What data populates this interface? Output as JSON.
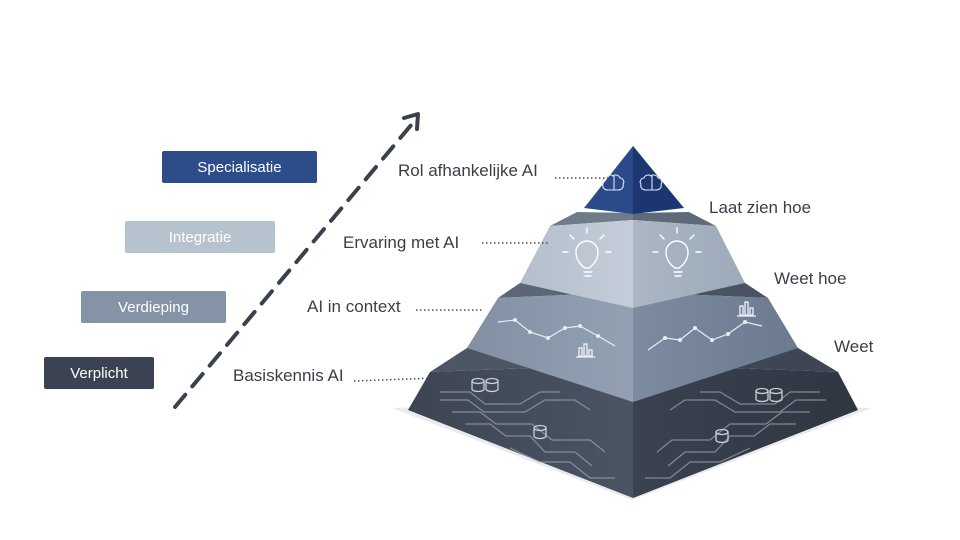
{
  "levels": {
    "specialisatie": "Specialisatie",
    "integratie": "Integratie",
    "verdieping": "Verdieping",
    "verplicht": "Verplicht"
  },
  "layers": {
    "top": "Rol afhankelijke AI",
    "second": "Ervaring met AI",
    "third": "AI in context",
    "base": "Basiskennis AI"
  },
  "outcomes": {
    "top": "Laat zien hoe",
    "second": "Weet hoe",
    "third": "Weet"
  },
  "colors": {
    "specialisatie": "#2d4d8a",
    "integratie": "#b7c2cf",
    "verdieping": "#8493a6",
    "verplicht": "#3b4352",
    "arrow": "#3a414c"
  },
  "icons": [
    "brain-icon",
    "lightbulb-icon",
    "chart-icon",
    "database-icon",
    "circuit-icon"
  ]
}
